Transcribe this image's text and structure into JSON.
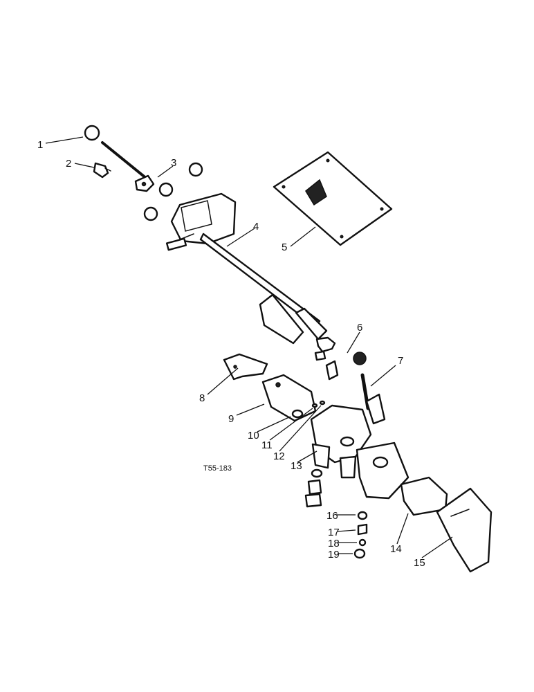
{
  "diagram": {
    "reference_code": "T55-183",
    "callouts": [
      "1",
      "2",
      "3",
      "4",
      "5",
      "6",
      "7",
      "8",
      "9",
      "10",
      "11",
      "12",
      "13",
      "14",
      "15",
      "16",
      "17",
      "18",
      "19"
    ]
  }
}
